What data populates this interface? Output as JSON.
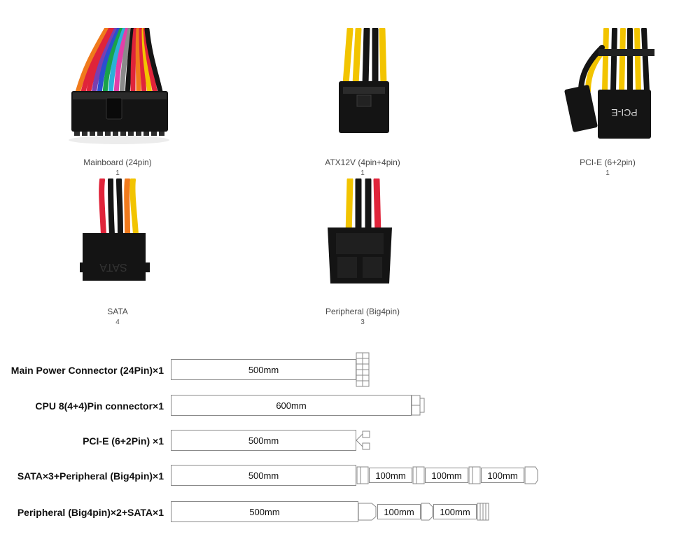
{
  "connectors": [
    {
      "label": "Mainboard (24pin)",
      "count": "1",
      "icon": "mainboard-24pin-connector"
    },
    {
      "label": "ATX12V (4pin+4pin)",
      "count": "1",
      "icon": "atx12v-4pin-connector"
    },
    {
      "label": "PCI-E (6+2pin)",
      "count": "1",
      "icon": "pcie-6-2pin-connector"
    },
    {
      "label": "SATA",
      "count": "4",
      "icon": "sata-connector"
    },
    {
      "label": "Peripheral (Big4pin)",
      "count": "3",
      "icon": "molex-big4pin-connector"
    }
  ],
  "connector_markings": {
    "pcie": "PCI-E",
    "sata": "SATA"
  },
  "cables": [
    {
      "label": "Main Power Connector (24Pin)×1",
      "main_length": "500mm",
      "extensions": []
    },
    {
      "label": "CPU 8(4+4)Pin connector×1",
      "main_length": "600mm",
      "extensions": []
    },
    {
      "label": "PCI-E (6+2Pin) ×1",
      "main_length": "500mm",
      "extensions": []
    },
    {
      "label": "SATA×3+Peripheral (Big4pin)×1",
      "main_length": "500mm",
      "extensions": [
        "100mm",
        "100mm",
        "100mm"
      ]
    },
    {
      "label": "Peripheral (Big4pin)×2+SATA×1",
      "main_length": "500mm",
      "extensions": [
        "100mm",
        "100mm"
      ]
    }
  ],
  "colors": {
    "wire_yellow": "#f2c400",
    "wire_black": "#151515",
    "wire_red": "#e0243a",
    "wire_orange": "#f07a1c",
    "connector_body": "#141414",
    "outline": "#8a8a8a"
  }
}
